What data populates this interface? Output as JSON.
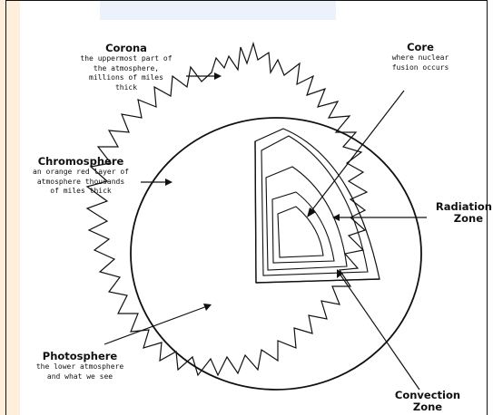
{
  "colors": {
    "background": "#ffffff",
    "ink": "#111111",
    "left_band": "#fde2c4",
    "top_band": "#e4ecfa"
  },
  "labels": {
    "corona": {
      "title": "Corona",
      "lines": [
        "the uppermost part of",
        "the atmosphere,",
        "millions of miles thick"
      ]
    },
    "core": {
      "title": "Core",
      "lines": [
        "where nuclear",
        "fusion occurs"
      ]
    },
    "chromosphere": {
      "title": "Chromosphere",
      "lines": [
        "an orange red layer of",
        "atmosphere thousands",
        "of miles thick"
      ]
    },
    "radiation": {
      "title_1": "Radiation",
      "title_2": "Zone"
    },
    "photosphere": {
      "title": "Photosphere",
      "lines": [
        "the lower atmosphere",
        "and what we see"
      ]
    },
    "convection": {
      "title_1": "Convection",
      "title_2": "Zone"
    }
  }
}
